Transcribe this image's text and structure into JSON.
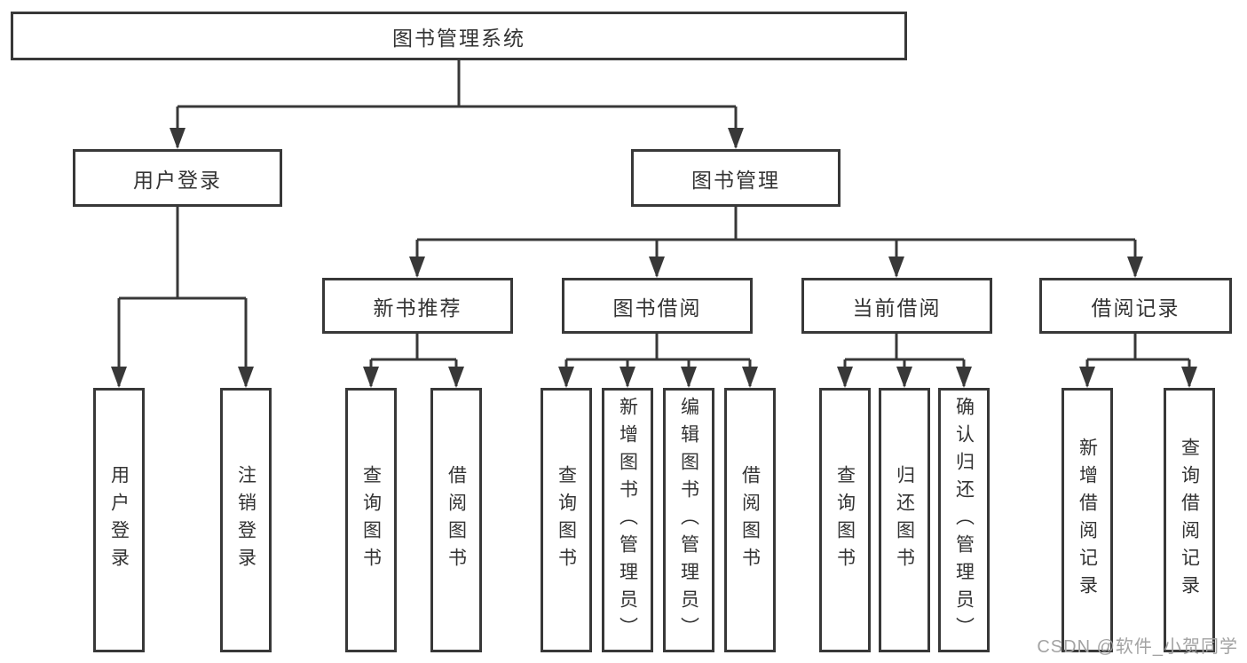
{
  "diagram": {
    "nodes": {
      "root": "图书管理系统",
      "login_branch": "用户登录",
      "mgmt_branch": "图书管理",
      "new_book": "新书推荐",
      "borrow": "图书借阅",
      "current": "当前借阅",
      "records": "借阅记录",
      "leaf_login": "用户登录",
      "leaf_logout": "注销登录",
      "leaf_new_query": "查询图书",
      "leaf_new_borrow": "借阅图书",
      "leaf_borrow_query": "查询图书",
      "leaf_borrow_add": "新增图书（管理员）",
      "leaf_borrow_edit": "编辑图书（管理员）",
      "leaf_borrow_borrow": "借阅图书",
      "leaf_current_query": "查询图书",
      "leaf_current_return": "归还图书",
      "leaf_current_confirm": "确认归还（管理员）",
      "leaf_records_add": "新增借阅记录",
      "leaf_records_query": "查询借阅记录"
    }
  },
  "watermark": "CSDN @软件_小贺同学",
  "colors": {
    "line": "#383838",
    "text": "#333333",
    "watermark": "#a3a3a3",
    "background": "#ffffff"
  }
}
